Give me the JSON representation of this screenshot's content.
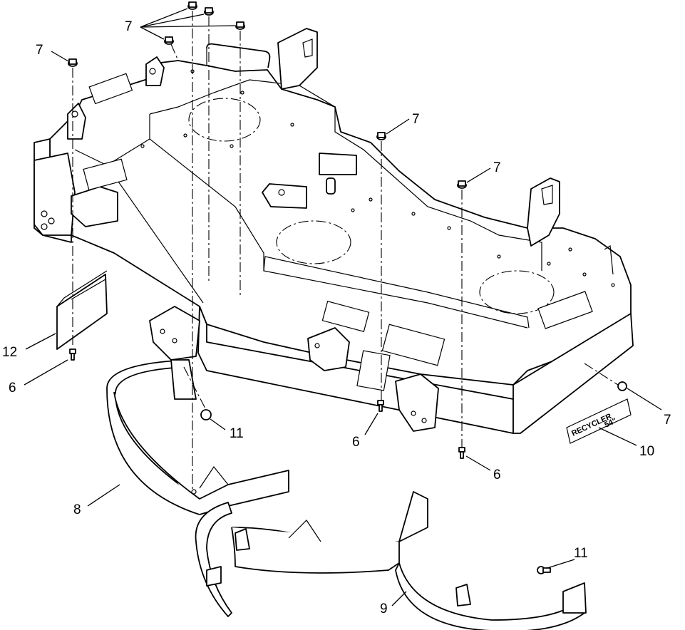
{
  "callouts": {
    "c7_top": "7",
    "c7_left": "7",
    "c7_center": "7",
    "c7_right": "7",
    "c7_side": "7",
    "c12": "12",
    "c6_left": "6",
    "c6_mid": "6",
    "c6_right": "6",
    "c11_left": "11",
    "c11_right": "11",
    "c10": "10",
    "c8": "8",
    "c9": "9"
  },
  "decal": {
    "brand": "RECYCLER",
    "size": "54\""
  }
}
